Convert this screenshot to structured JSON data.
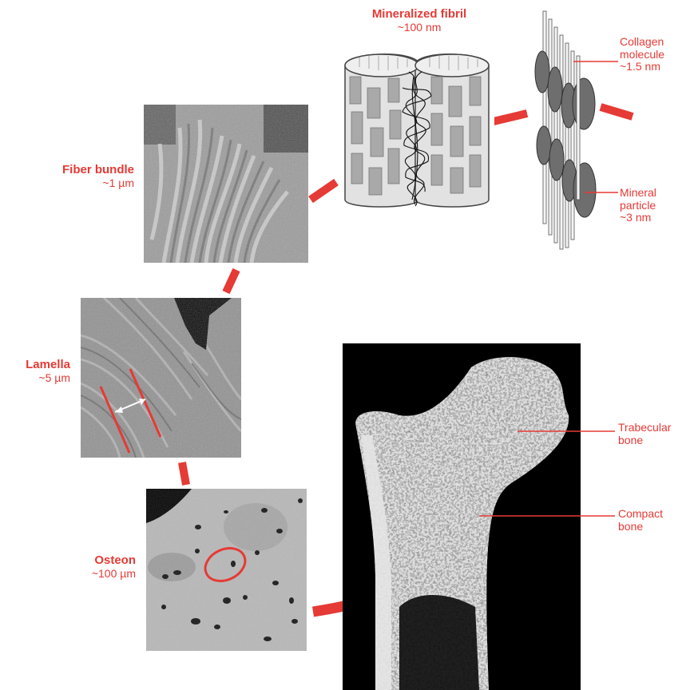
{
  "colors": {
    "accent": "#e53a35",
    "background": "#ffffff",
    "panel_dark": "#000000"
  },
  "labels": {
    "mineralized_fibril": {
      "name": "Mineralized fibril",
      "size": "~100 nm"
    },
    "collagen_molecule": {
      "line1": "Collagen",
      "line2": "molecule",
      "size": "~1.5 nm"
    },
    "mineral_particle": {
      "line1": "Mineral",
      "line2": "particle",
      "size": "~3 nm"
    },
    "fiber_bundle": {
      "name": "Fiber bundle",
      "size": "~1 µm"
    },
    "lamella": {
      "name": "Lamella",
      "size": "~5 µm"
    },
    "osteon": {
      "name": "Osteon",
      "size": "~100 µm"
    },
    "trabecular_bone": {
      "line1": "Trabecular",
      "line2": "bone"
    },
    "compact_bone": {
      "line1": "Compact",
      "line2": "bone"
    }
  },
  "images": {
    "fiber_bundle": "fiber-bundle-micrograph",
    "lamella": "lamella-micrograph",
    "osteon": "osteon-micrograph",
    "femur": "femur-cross-section",
    "fibril": "mineralized-fibril-illustration",
    "collagen": "collagen-molecule-illustration"
  }
}
